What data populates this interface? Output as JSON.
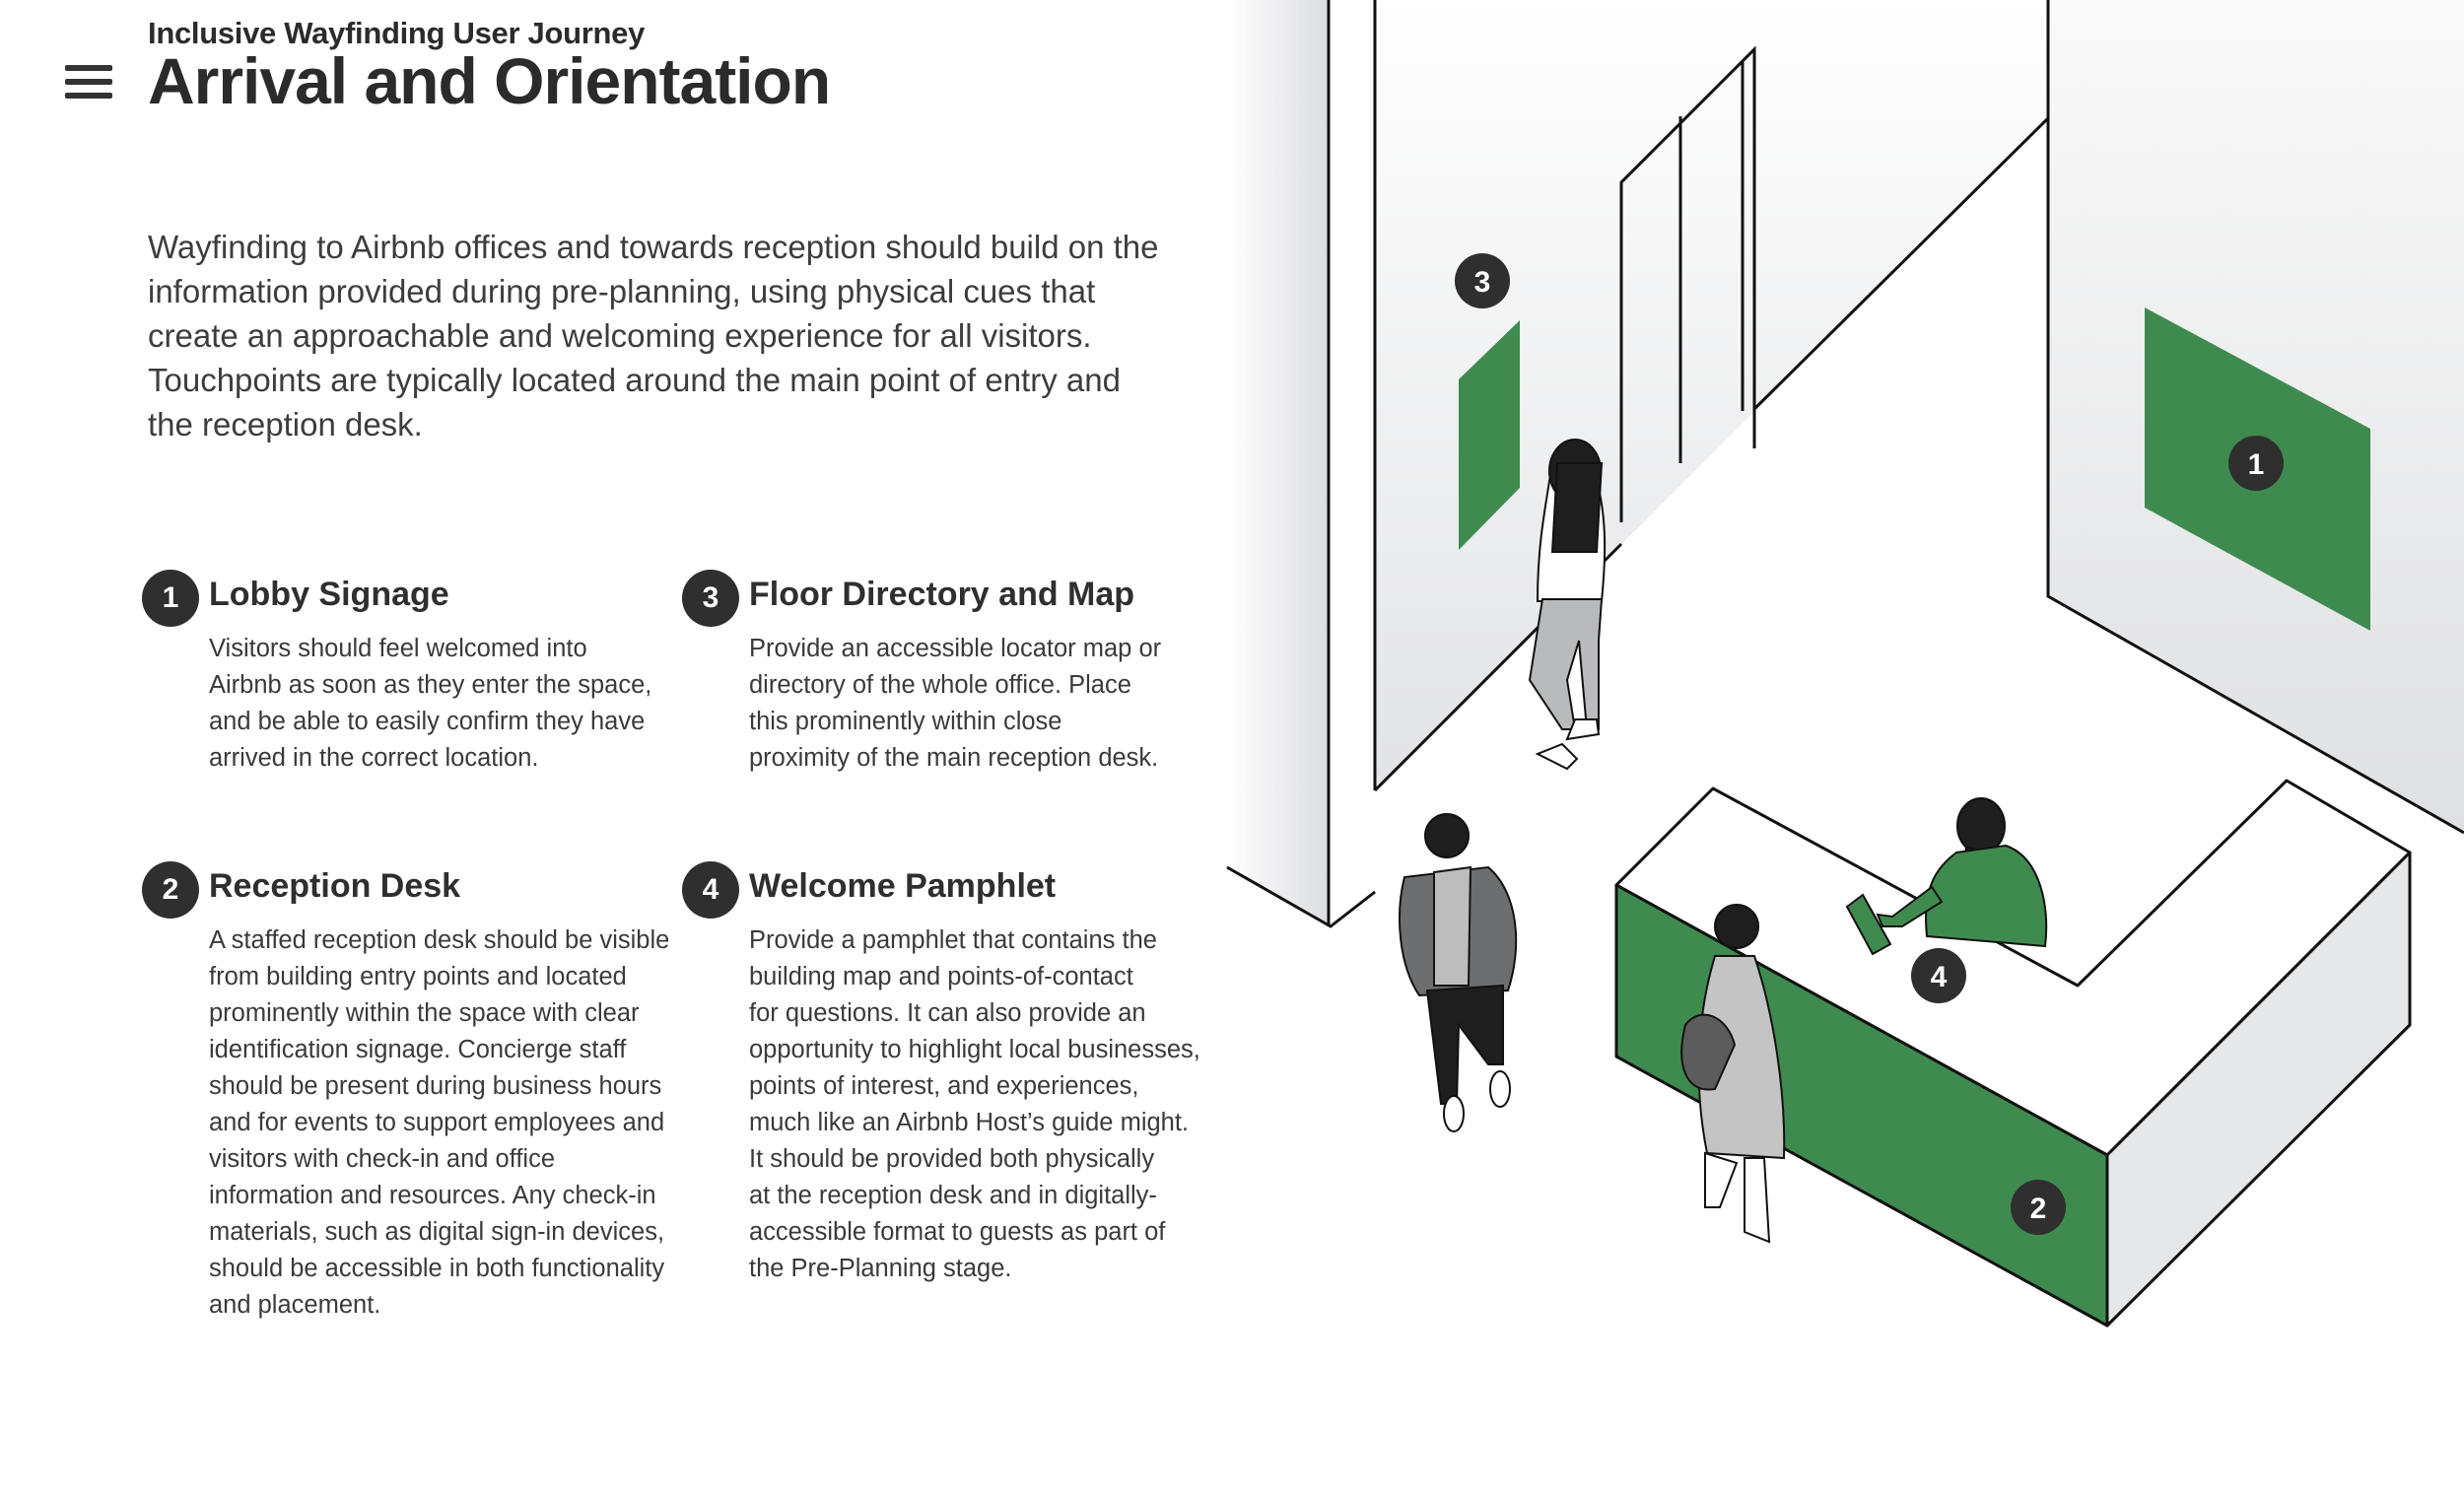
{
  "header": {
    "eyebrow": "Inclusive Wayfinding User Journey",
    "title": "Arrival and Orientation"
  },
  "intro": "Wayfinding to Airbnb offices and towards reception should build on the information provided during pre-planning, using physical cues that create an approachable and welcoming experience for all visitors. Touchpoints are typically located around the main point of entry and the reception desk.",
  "sections": [
    {
      "number": "1",
      "title": "Lobby Signage",
      "body": "Visitors should feel welcomed into\nAirbnb as soon as they enter the space,\nand be able to easily confirm they have\narrived in the correct location."
    },
    {
      "number": "3",
      "title": "Floor Directory and Map",
      "body": "Provide an accessible locator map or\ndirectory of the whole office. Place\nthis prominently within close\nproximity of the main reception desk."
    },
    {
      "number": "2",
      "title": "Reception Desk",
      "body": "A staffed reception desk should be visible\nfrom building entry points and located\nprominently within the space with clear\nidentification signage. Concierge staff\nshould be present during business hours\nand for events to support employees and\nvisitors with check-in and office\ninformation and resources. Any check-in\nmaterials, such as digital sign-in devices,\nshould be accessible in both functionality\nand placement."
    },
    {
      "number": "4",
      "title": "Welcome Pamphlet",
      "body": "Provide a pamphlet that contains the\nbuilding map and points-of-contact\nfor questions. It can also provide an\nopportunity to highlight local businesses,\npoints of interest, and experiences,\nmuch like an Airbnb Host’s guide might.\nIt should be provided both physically\nat the reception desk and in digitally-\naccessible format to guests as part of\nthe Pre-Planning stage."
    }
  ],
  "illustration": {
    "markers": [
      "1",
      "2",
      "3",
      "4"
    ],
    "colors": {
      "accent_green": "#3f8b4f",
      "badge": "#2f2f2f",
      "outline": "#111111"
    }
  },
  "icons": {
    "menu": "hamburger-menu-icon"
  }
}
